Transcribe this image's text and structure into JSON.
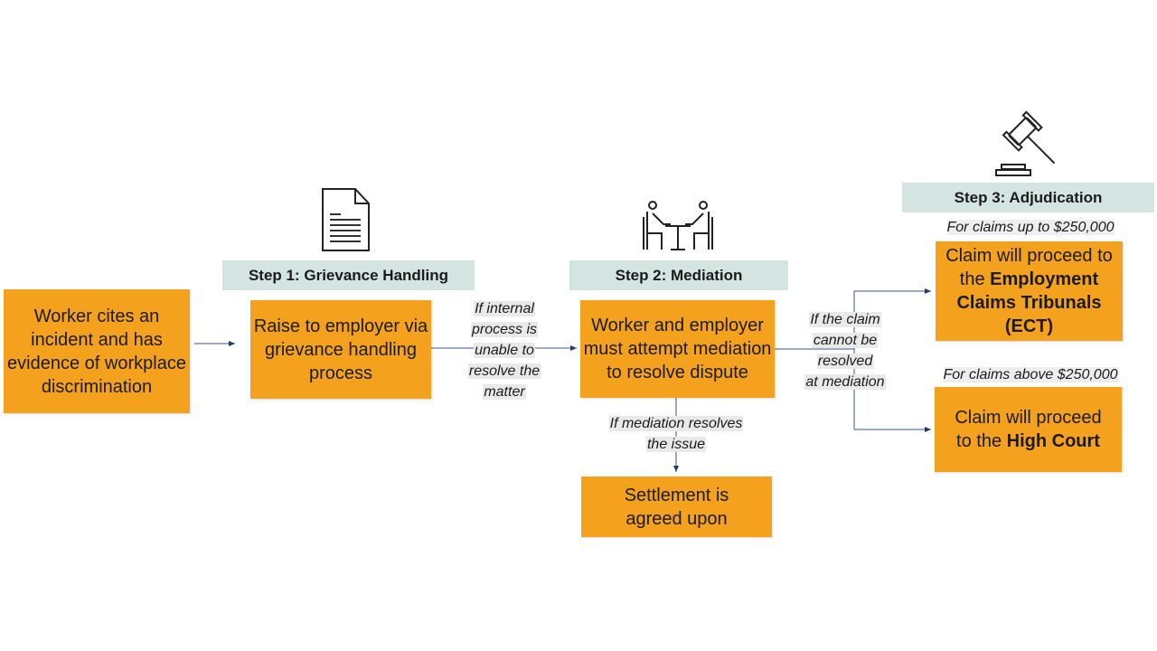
{
  "start_box": {
    "text": "Worker cites an incident and has evidence of workplace discrimination"
  },
  "step1": {
    "header": "Step 1: Grievance Handling",
    "box": "Raise to employer via grievance handling process",
    "icon": "document-icon"
  },
  "label_internal": {
    "lines": [
      "If internal",
      "process is",
      "unable to",
      "resolve the",
      "matter"
    ]
  },
  "step2": {
    "header": "Step 2: Mediation",
    "box": "Worker and employer must attempt mediation to resolve dispute",
    "icon": "meeting-icon"
  },
  "label_mediation_resolves": {
    "lines": [
      "If mediation resolves",
      "the issue"
    ]
  },
  "settlement": {
    "text": "Settlement is agreed upon"
  },
  "label_not_resolved": {
    "lines": [
      "If the claim",
      "cannot be",
      "resolved",
      "at mediation"
    ]
  },
  "step3": {
    "header": "Step 3: Adjudication",
    "icon": "gavel-icon",
    "ect": {
      "caption": "For claims up to $250,000",
      "prefix": "Claim will proceed to the ",
      "bold": "Employment Claims Tribunals (ECT)"
    },
    "high_court": {
      "caption": "For claims above $250,000",
      "prefix": "Claim will proceed to the ",
      "bold": "High Court"
    }
  },
  "colors": {
    "box": "#F4A21E",
    "header": "#D3E4E1",
    "arrow": "#1F3A6E"
  }
}
